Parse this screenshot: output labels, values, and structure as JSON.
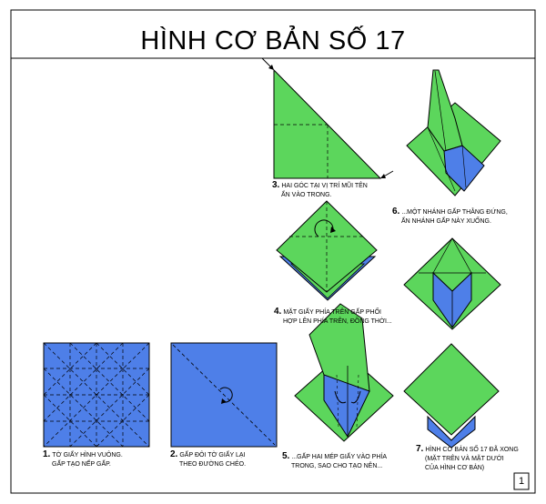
{
  "page": {
    "title": "HÌNH CƠ BẢN SỐ 17",
    "page_number": "1"
  },
  "colors": {
    "paper_front": "#5cd65c",
    "paper_back": "#4e7fe8",
    "outline": "#000000"
  },
  "steps": [
    {
      "number": "1.",
      "line1": "TỜ GIẤY HÌNH VUÔNG.",
      "line2": "GẤP TẠO NẾP GẤP."
    },
    {
      "number": "2.",
      "line1": "GẤP ĐÔI TỜ GIẤY LẠI",
      "line2": "THEO ĐƯỜNG CHÉO."
    },
    {
      "number": "3.",
      "line1": "HAI GÓC TẠI VỊ TRÍ MŨI TÊN",
      "line2": "ẤN VÀO TRONG."
    },
    {
      "number": "4.",
      "line1": "MẶT GIẤY PHÍA TRÊN GẤP PHỐI",
      "line2": "HỢP LÊN PHÍA TRÊN, ĐỒNG THỜI..."
    },
    {
      "number": "5.",
      "line1": "...GẤP HAI MÉP GIẤY VÀO PHÍA",
      "line2": "TRONG, SAO CHO TẠO NÊN..."
    },
    {
      "number": "6.",
      "line1": "...MỘT NHÁNH GẤP THẲNG ĐỨNG,",
      "line2": "ẤN NHÁNH GẤP NÀY XUỐNG."
    },
    {
      "number": "7.",
      "line1": "HÌNH CƠ BẢN SỐ 17 ĐÃ XONG",
      "line2": "(MẶT TRÊN VÀ MẶT DƯỚI",
      "line3": "CỦA HÌNH CƠ BẢN)"
    }
  ]
}
